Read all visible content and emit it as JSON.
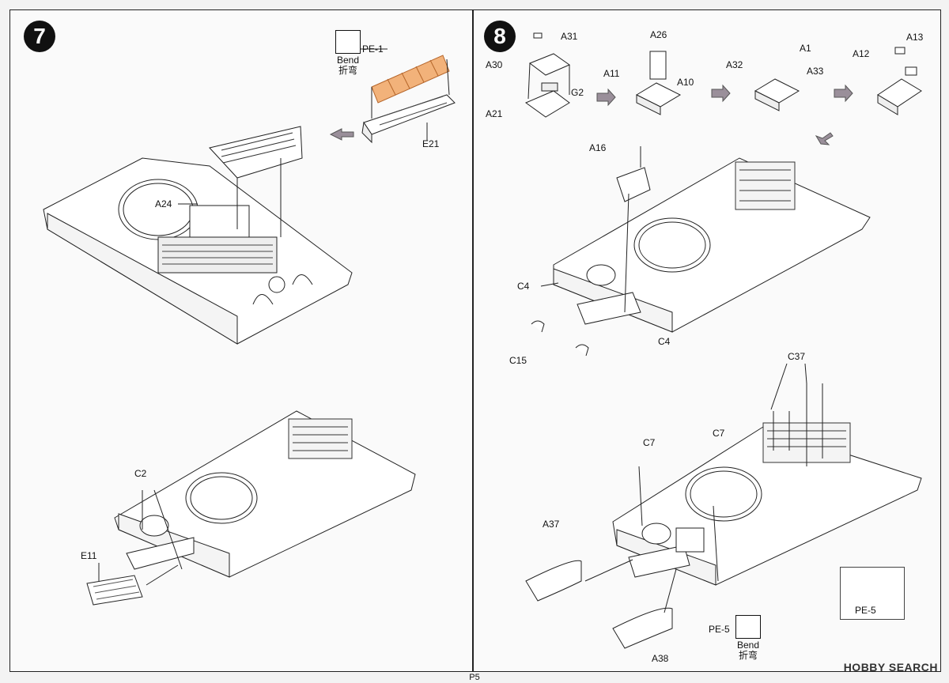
{
  "step7": {
    "number": "7",
    "labels": {
      "pe1": "PE-1",
      "e21": "E21",
      "a24": "A24",
      "c2": "C2",
      "e11": "E11"
    },
    "bend": {
      "en": "Bend",
      "cn": "折弯"
    }
  },
  "step8": {
    "number": "8",
    "labels": {
      "a31": "A31",
      "a30": "A30",
      "g2": "G2",
      "a21": "A21",
      "a26": "A26",
      "a11": "A11",
      "a10": "A10",
      "a1": "A1",
      "a32": "A32",
      "a33": "A33",
      "a12": "A12",
      "a13": "A13",
      "a16": "A16",
      "c4_top": "C4",
      "c4_bottom": "C4",
      "c15": "C15",
      "c37": "C37",
      "c7_left": "C7",
      "c7_right": "C7",
      "a37": "A37",
      "a38": "A38",
      "pe5": "PE-5",
      "pe5_inset": "PE-5"
    },
    "bend": {
      "en": "Bend",
      "cn": "折弯"
    }
  },
  "footer": {
    "page_number": "P5",
    "watermark": "HOBBY SEARCH"
  },
  "colors": {
    "pe_highlight": "#f2b27a",
    "arrow_fill": "#9a8f9a",
    "line": "#222222"
  }
}
